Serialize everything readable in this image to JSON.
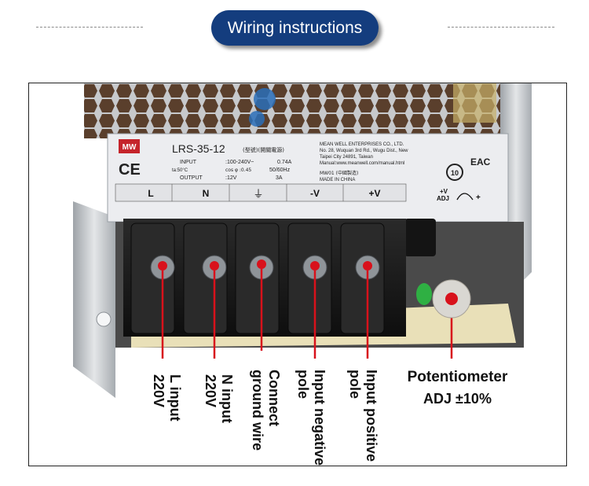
{
  "header": {
    "title": "Wiring instructions"
  },
  "product": {
    "brand": "MW",
    "model": "LRS-35-12",
    "model_suffix": "(型號)(開關電源)",
    "input_label": "INPUT",
    "input_value": ":100-240V~",
    "input_current": "0.74A",
    "temp": "ta:50°C",
    "cos": "cos φ :0.45",
    "freq": "50/60Hz",
    "output_label": "OUTPUT",
    "output_value": ":12V",
    "output_current": "3A",
    "maker_line1": "MEAN WELL ENTERPRISES CO., LTD.",
    "maker_line2": "No. 28, Wuquan 3rd Rd., Wugu Dist., New",
    "maker_line3": "Taipei City 24891, Taiwan",
    "maker_line4": "Manual:www.meanwell.com/manual.html",
    "mw01": "MW01 (中國製造)",
    "made_in": "MADE IN CHINA",
    "eac": "EAC",
    "ce": "CE",
    "ten": "10",
    "terminals": [
      "L",
      "N",
      "⏚",
      "-V",
      "+V"
    ],
    "adj_plus": "+V",
    "adj_label": "ADJ",
    "adj_arrow_plus": "+"
  },
  "labels": {
    "l_input": [
      "L input",
      "220V"
    ],
    "n_input": [
      "N input",
      "220V"
    ],
    "ground": [
      "Connect",
      "ground wire"
    ],
    "neg": [
      "Input negative",
      "pole"
    ],
    "pos": [
      "Input positive",
      "pole"
    ],
    "pot": [
      "Potentiometer",
      "ADJ ±10%"
    ]
  },
  "colors": {
    "pill": "#143d7e",
    "marker": "#d8111b",
    "label_bg": "#ecedf0",
    "terminal_block": "#1c1c1c"
  }
}
